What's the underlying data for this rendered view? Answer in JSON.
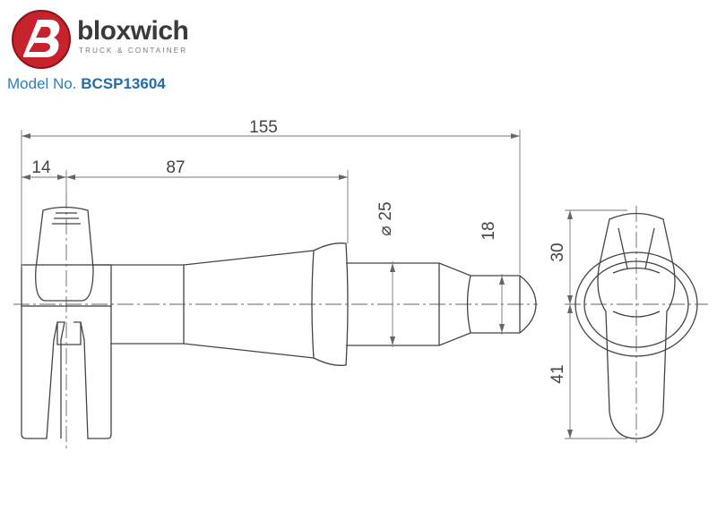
{
  "header": {
    "brand": "bloxwich",
    "tagline": "TRUCK & CONTAINER",
    "model_label": "Model No.",
    "model_number": "BCSP13604",
    "logo_letter": "b"
  },
  "dimensions": {
    "overall_length": "155",
    "head_width": "14",
    "shaft_length": "87",
    "collar_diameter": "25",
    "tip_diameter": "18",
    "upper_height": "30",
    "lower_height": "41"
  },
  "colors": {
    "logo_red": "#c8232c",
    "brand_grey": "#3a3a3a",
    "model_blue": "#2a7fbf",
    "line": "#444444"
  }
}
